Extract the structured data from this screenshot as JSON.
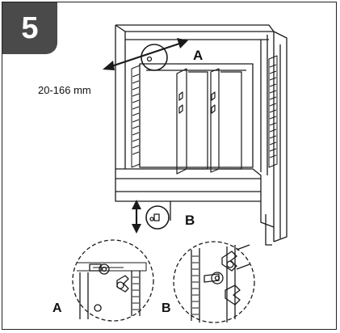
{
  "step": {
    "number": "5"
  },
  "dimension": {
    "text": "20-166 mm"
  },
  "callouts": {
    "a_main": "A",
    "b_main": "B",
    "a_detail": "A",
    "b_detail": "B"
  },
  "colors": {
    "badge_bg": "#4a4a4a",
    "line": "#1a1a1a",
    "hatch": "#333333"
  }
}
